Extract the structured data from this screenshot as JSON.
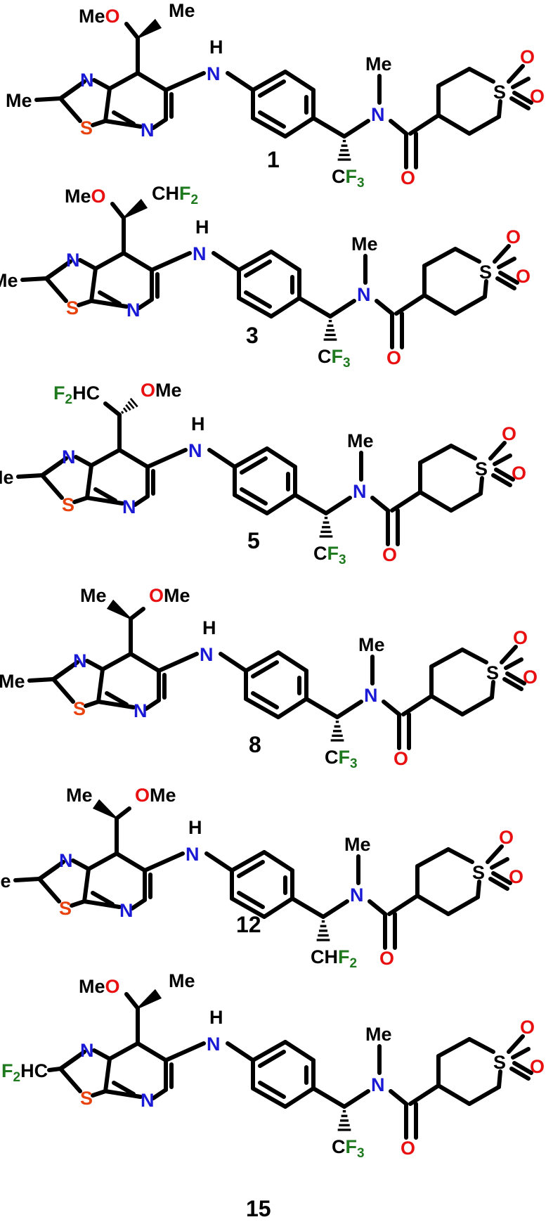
{
  "colors": {
    "carbon": "#000000",
    "nitrogen": "#1a1ad6",
    "oxygen": "#e81010",
    "sulfur": "#e8420e",
    "fluorine": "#1f7a1f"
  },
  "labels": {
    "Me": "Me",
    "MeO": "MeO",
    "OMe": "OMe",
    "H": "H",
    "N": "N",
    "S": "S",
    "O": "O",
    "C": "C",
    "F": "F",
    "CH": "CH",
    "HC": "HC",
    "sub2": "2",
    "sub3": "3"
  },
  "compounds": [
    {
      "number": "1",
      "top": "MeO/Me",
      "thiazole_substituent": "Me",
      "haloalkyl": "CF3"
    },
    {
      "number": "3",
      "top": "MeO/CHF2",
      "thiazole_substituent": "Me",
      "haloalkyl": "CF3"
    },
    {
      "number": "5",
      "top": "F2HC/OMe",
      "thiazole_substituent": "Me",
      "haloalkyl": "CF3"
    },
    {
      "number": "8",
      "top": "Me/OMe",
      "thiazole_substituent": "Me",
      "haloalkyl": "CF3"
    },
    {
      "number": "12",
      "top": "Me/OMe",
      "thiazole_substituent": "Me",
      "haloalkyl": "CHF2"
    },
    {
      "number": "15",
      "top": "MeO/Me",
      "thiazole_substituent": "F2HC",
      "haloalkyl": "CF3"
    }
  ]
}
